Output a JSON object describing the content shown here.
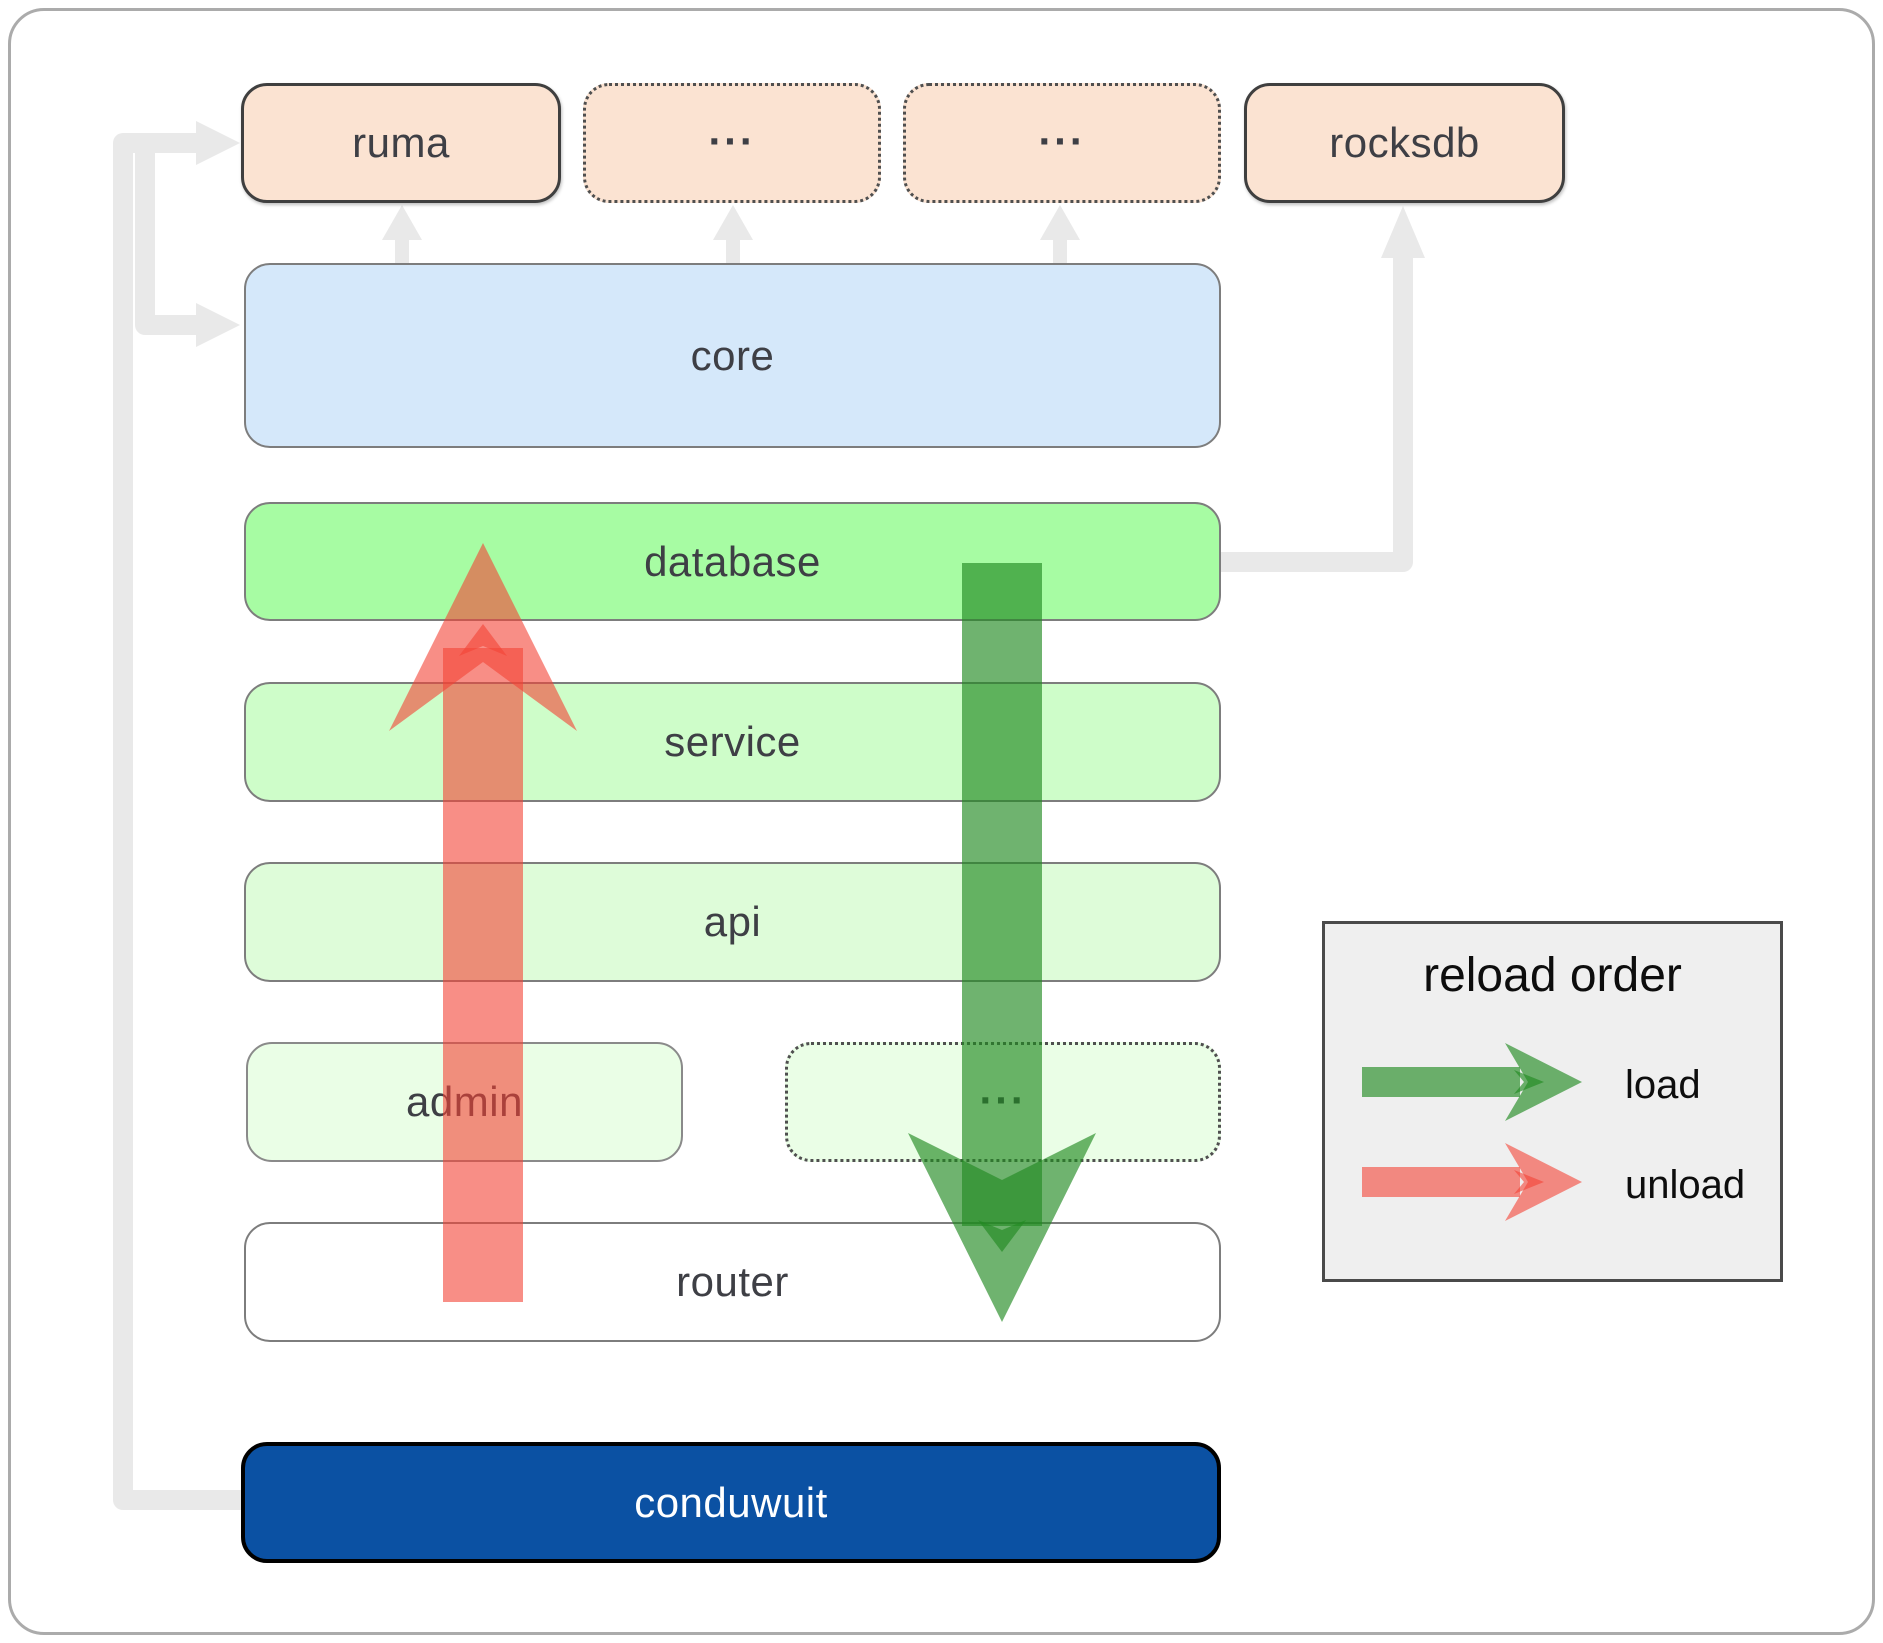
{
  "boxes": {
    "ruma": "ruma",
    "dep_a": "...",
    "dep_b": "...",
    "rocksdb": "rocksdb",
    "core": "core",
    "database": "database",
    "service": "service",
    "api": "api",
    "admin": "admin",
    "services_more": "...",
    "router": "router",
    "conduwuit": "conduwuit"
  },
  "legend": {
    "title": "reload order",
    "load_label": "load",
    "unload_label": "unload"
  },
  "icons": {
    "load_arrow": "green-down-arrow",
    "unload_arrow": "red-up-arrow",
    "dependency_arrows": "gray-elbow-arrows"
  },
  "colors": {
    "load": "#228b22",
    "unload": "#f44336",
    "connector": "#e9e9e9",
    "peach": "#fbe3d2",
    "core_blue": "#d5e8fa",
    "database_green": "#a7fca3",
    "service_green": "#cefdc9",
    "api_green": "#defcd9",
    "faint_green": "#eafee6",
    "conduwuit_navy": "#0b51a3",
    "legend_bg": "#efefef",
    "label_text": "#3e3f45"
  }
}
